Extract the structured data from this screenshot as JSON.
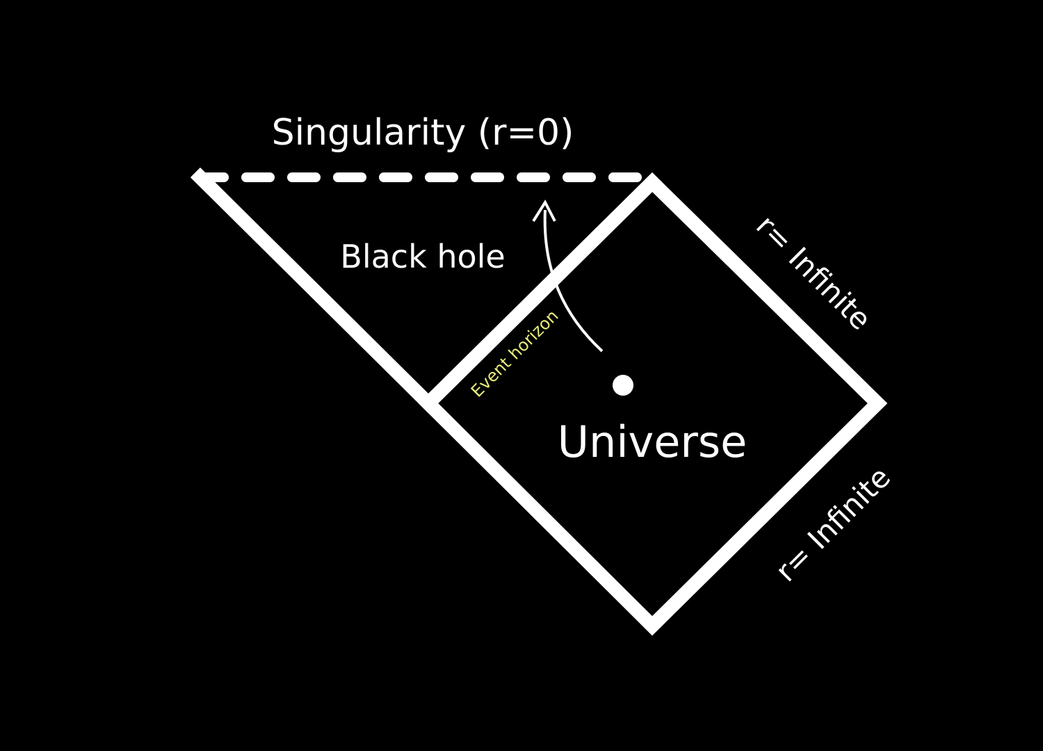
{
  "diagram": {
    "labels": {
      "singularity": "Singularity (r=0)",
      "black_hole": "Black hole",
      "event_horizon": "Event horizon",
      "universe": "Universe",
      "future_infinity": "r= Infinite",
      "past_infinity": "r= Infinite"
    },
    "colors": {
      "background": "#000000",
      "stroke": "#ffffff",
      "event_horizon_label": "#e8eb7a"
    }
  }
}
